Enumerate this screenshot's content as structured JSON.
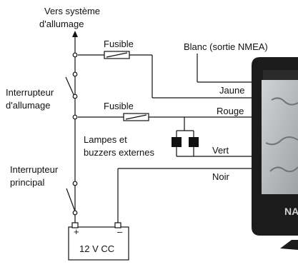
{
  "labels": {
    "ignition_system_line1": "Vers système",
    "ignition_system_line2": "d'allumage",
    "fuse_top": "Fusible",
    "fuse_mid": "Fusible",
    "white_wire": "Blanc (sortie NMEA)",
    "yellow_wire": "Jaune",
    "red_wire": "Rouge",
    "green_wire": "Vert",
    "black_wire": "Noir",
    "ignition_switch_line1": "Interrupteur",
    "ignition_switch_line2": "d'allumage",
    "main_switch_line1": "Interrupteur",
    "main_switch_line2": "principal",
    "lamps_line1": "Lampes et",
    "lamps_line2": "buzzers externes",
    "battery": "12 V CC",
    "plus": "+",
    "minus": "–"
  },
  "colors": {
    "line": "#111111",
    "device_body": "#1a1a1a",
    "screen": "#b9bcbd"
  }
}
